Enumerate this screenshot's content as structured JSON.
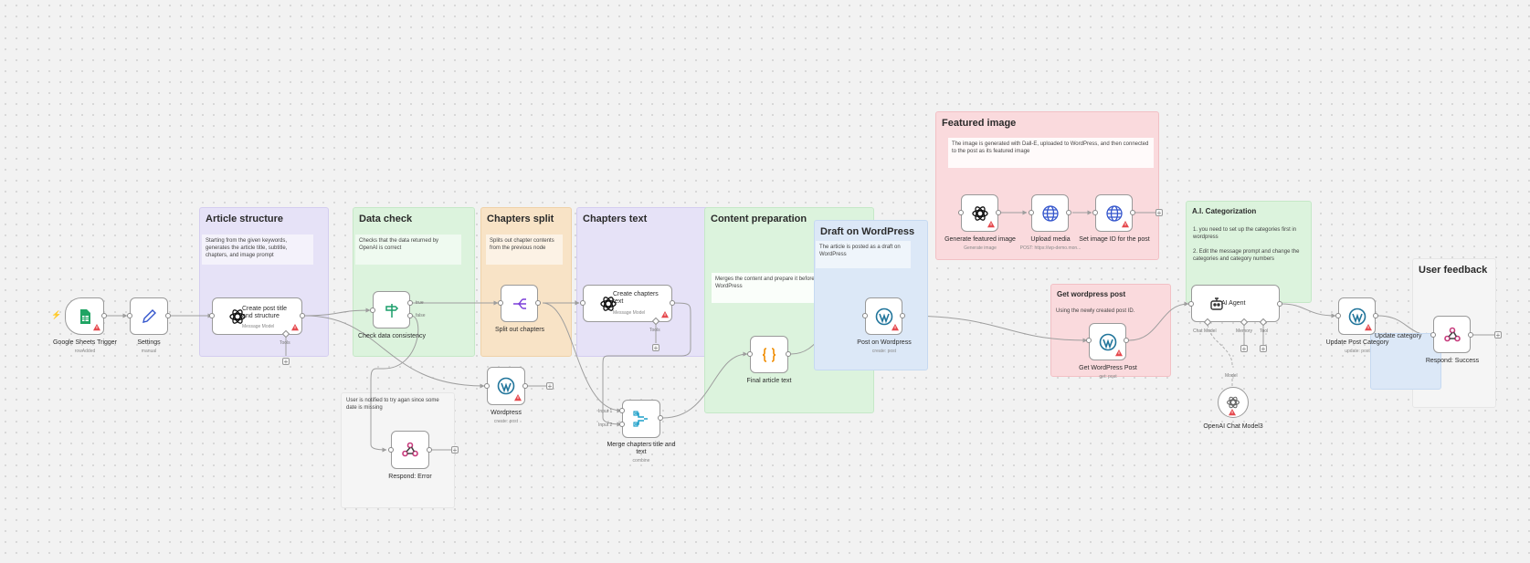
{
  "colors": {
    "purple": "#e6e2f7",
    "green": "#dcf3dd",
    "orange": "#f8e3c6",
    "blue": "#dce8f7",
    "pink": "#fadadd",
    "edge": "#9e9e9e"
  },
  "stickies": {
    "article": {
      "title": "Article structure",
      "desc": "Starting from the given keywords, generates the article title, subtitle, chapters, and image prompt"
    },
    "datacheck": {
      "title": "Data check",
      "desc": "Checks that the data returned by OpenAI is correct"
    },
    "chsplit": {
      "title": "Chapters split",
      "desc": "Splits out chapter contents from the previous node"
    },
    "chtext": {
      "title": "Chapters text"
    },
    "content": {
      "title": "Content preparation",
      "desc": "Merges the content and prepare it before sending it to WordPress"
    },
    "draft": {
      "title": "Draft on WordPress",
      "desc": "The article is posted as a draft on WordPress"
    },
    "featured": {
      "title": "Featured image",
      "desc": "The image is generated with Dall-E, uploaded to WordPress, and then connected to the post as its featured image"
    },
    "getwp": {
      "title": "Get wordpress post",
      "desc": "Using the newly created post ID."
    },
    "aicat": {
      "title": "A.I. Categorization",
      "desc": "1.  you need to set up the categories first in wordpress\n\n2.  Edit the message prompt and change the categories and category numbers"
    },
    "userfb": {
      "title": "User feedback"
    },
    "retry": {
      "desc": "User is notified to try agan since some date is missing"
    }
  },
  "nodes": {
    "sheets": {
      "name": "Google Sheets Trigger",
      "sub": "rowAdded",
      "icon": "google-sheets-icon"
    },
    "settings": {
      "name": "Settings",
      "sub": "manual",
      "icon": "pencil-icon"
    },
    "createTitle": {
      "name": "Create post title and structure",
      "sub": "Message Model",
      "icon": "openai-icon"
    },
    "check": {
      "name": "Check data consistency",
      "icon": "signpost-icon",
      "true_label": "true",
      "false_label": "false"
    },
    "split": {
      "name": "Split out chapters",
      "icon": "split-icon"
    },
    "chapters": {
      "name": "Create chapters text",
      "sub": "Message Model",
      "icon": "openai-icon"
    },
    "wordpress": {
      "name": "Wordpress",
      "sub": "create: post",
      "icon": "wordpress-icon"
    },
    "respondError": {
      "name": "Respond: Error",
      "icon": "webhook-icon"
    },
    "merge": {
      "name": "Merge chapters title and text",
      "sub": "combine",
      "icon": "merge-icon",
      "input1": "Input 1",
      "input2": "Input 2"
    },
    "final": {
      "name": "Final article text",
      "icon": "code-braces-icon"
    },
    "postwp": {
      "name": "Post on Wordpress",
      "sub": "create: post",
      "icon": "wordpress-icon"
    },
    "genimg": {
      "name": "Generate featured image",
      "sub": "Generate image",
      "icon": "openai-icon"
    },
    "upload": {
      "name": "Upload media",
      "sub": "POST: https://wp-demo.mon...",
      "icon": "globe-icon"
    },
    "setimg": {
      "name": "Set image ID for the post",
      "icon": "globe-icon"
    },
    "getpost": {
      "name": "Get WordPress Post",
      "sub": "get: post",
      "icon": "wordpress-icon"
    },
    "agent": {
      "name": "AI Agent",
      "icon": "robot-icon",
      "p1": "Chat Model",
      "p2": "Memory",
      "p3": "Tool"
    },
    "chatmodel": {
      "name": "OpenAI Chat Model3",
      "icon": "openai-icon",
      "port_label": "Model"
    },
    "updcat": {
      "name": "Update Post Category",
      "sub": "update: post",
      "icon": "wordpress-icon"
    },
    "success": {
      "name": "Respond: Success",
      "icon": "webhook-icon"
    }
  },
  "ports": {
    "tools": "Tools",
    "updcat_overlay": "Update category"
  }
}
